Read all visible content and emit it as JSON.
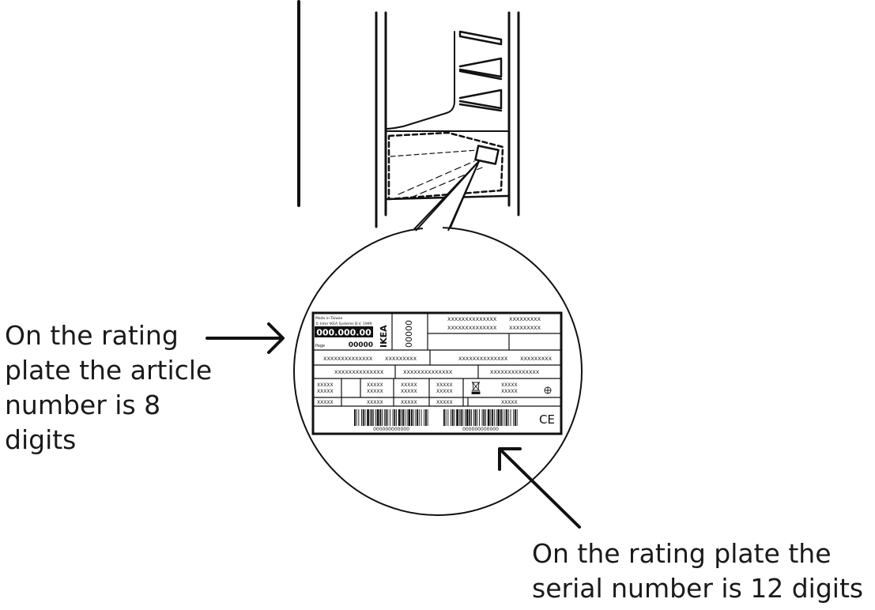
{
  "captions": {
    "article": [
      "On the rating",
      "plate the article",
      "number is 8",
      "digits"
    ],
    "serial": [
      "On the rating plate the",
      "serial number is 12 digits"
    ]
  },
  "plate": {
    "made_in": "Made in Taiwan",
    "copyright": "© Inter IKEA Systems B.V. 1999",
    "article_number": "000.000.00",
    "page_label": "Page",
    "page_value": "00000",
    "brand": "IKEA",
    "vertical_code": "00000",
    "row1_a": "XXXXXXXXXXXXXX",
    "row1_b": "XXXXXXXXX",
    "row2_a": "XXXXXXXXXXXXXX",
    "row2_b": "XXXXXXXXX",
    "row3_a": "XXXXXXXXXXXXXX",
    "row3_b": "XXXXXXXXX",
    "row3_c": "XXXXXXXXXXXXXX",
    "row3_d": "XXXXXXXXX",
    "row4_a": "XXXXXXXXXXXXXX",
    "row4_b": "XXXXXXXXXXXXXX",
    "row4_c": "XXXXXXXXXXXXXX",
    "cell": "XXXXX",
    "barcode_article": "000000000000",
    "barcode_serial": "000000000000",
    "ce_mark": "CE"
  },
  "icons": [
    "weee-bin-icon",
    "fan-icon",
    "ce-mark-icon",
    "arrow-icon"
  ]
}
